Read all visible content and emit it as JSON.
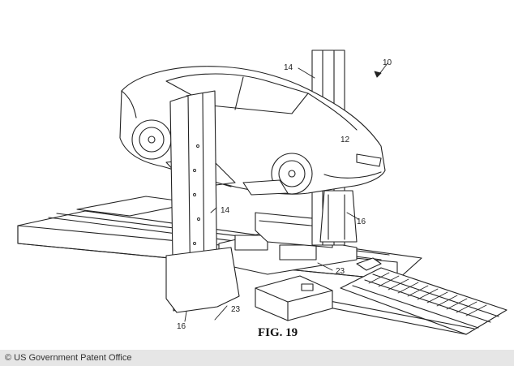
{
  "figure": {
    "caption": "FIG. 19",
    "labels": {
      "ref_10": "10",
      "ref_12": "12",
      "ref_14_top": "14",
      "ref_14_mid": "14",
      "ref_16_right": "16",
      "ref_16_bottom": "16",
      "ref_23_right": "23",
      "ref_23_bottom": "23"
    }
  },
  "credit": {
    "text": "© US Government Patent Office"
  }
}
